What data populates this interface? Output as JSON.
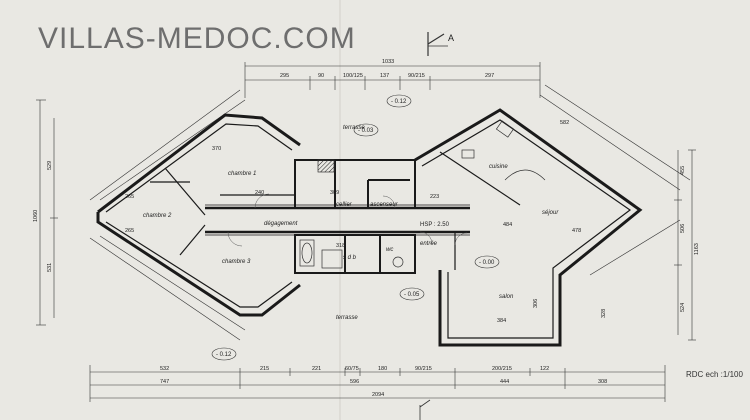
{
  "watermark": "VILLAS-MEDOC.COM",
  "north_letter": "A",
  "scale_note": "RDC ech :1/100",
  "rooms": {
    "chambre1": "chambre 1",
    "chambre2": "chambre 2",
    "chambre3": "chambre 3",
    "degagement": "dégagement",
    "cellier": "cellier",
    "ascenseur": "ascenseur",
    "entree": "entrée",
    "sdb": "s d b",
    "wc": "wc",
    "cuisine": "cuisine",
    "sejour": "séjour",
    "salon": "salon",
    "terrasse_top": "terrasse",
    "terrasse_bottom": "terrasse",
    "hsp": "HSP : 2.50"
  },
  "levels": {
    "l1": "- 0.12",
    "l2": "- 0.03",
    "l3": "- 0.00",
    "l4": "- 0.05",
    "l5": "- 0.12"
  },
  "dims_top": {
    "overall": "1033",
    "a": "295",
    "b": "90",
    "c": "100/125",
    "d": "137",
    "e": "90/215",
    "f": "297"
  },
  "dims_bottom": {
    "row1": [
      "532",
      "215",
      "221",
      "60/75",
      "180",
      "90/215",
      "200/215",
      "122"
    ],
    "row2": [
      "747",
      "596",
      "444",
      "308"
    ],
    "overall": "2094"
  },
  "dims_left": {
    "a": "1060",
    "b": "529",
    "c": "531"
  },
  "dims_right": {
    "a": "1163",
    "b": "455",
    "c": "506",
    "d": "524"
  },
  "dims_inner": {
    "ch1_w": "370",
    "ch2_a": "265",
    "ch2_b": "265",
    "hall_a": "240",
    "hall_b": "309",
    "cell_w": "223",
    "ent_w": "318",
    "sejour_diag": "484",
    "sal_w": "384",
    "sal_h": "306",
    "sal_h2": "328",
    "sej_r": "478",
    "kit_diag": "582"
  }
}
